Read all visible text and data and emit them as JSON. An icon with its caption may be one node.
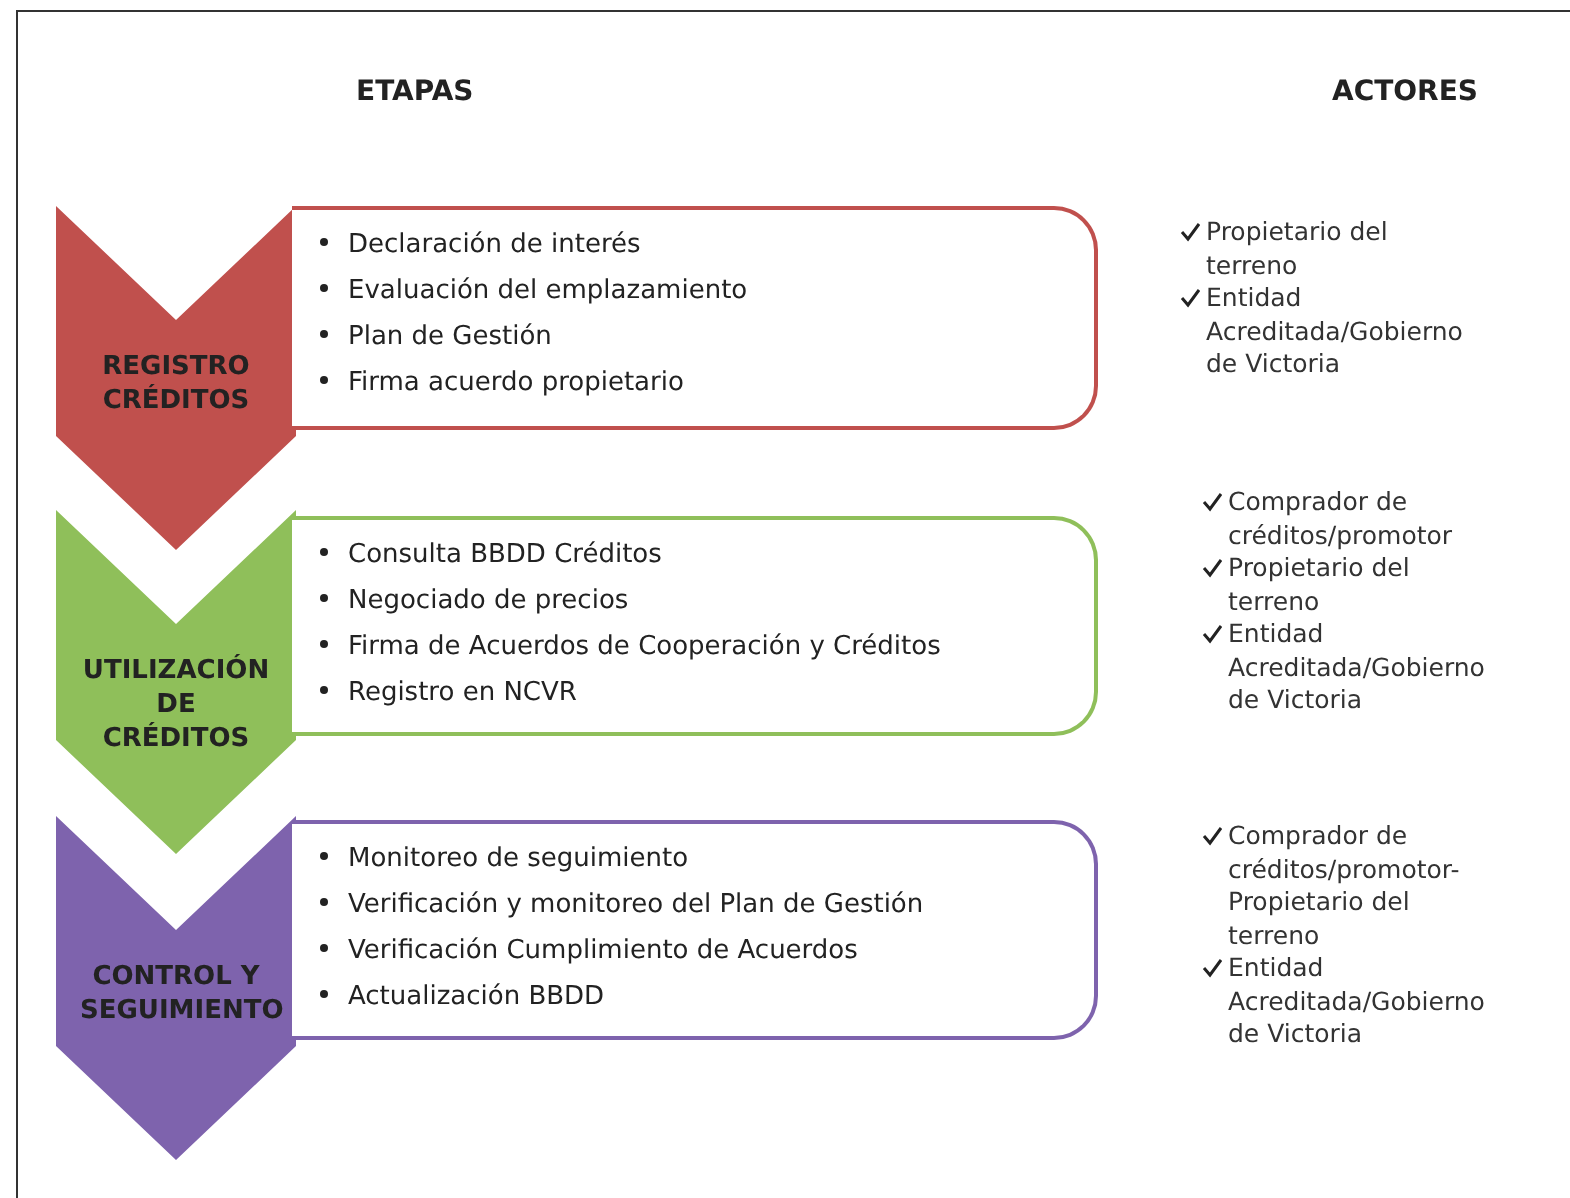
{
  "diagram": {
    "nodes": [
      {
        "text": [
          "REGISTRO CRÉDITOS"
        ]
      },
      {
        "text": [
          "Declaración de interés",
          "Evaluación del emplazamiento",
          "Plan de Gestión",
          "Firma acuerdo propietario"
        ]
      },
      {
        "text": [
          "UTILIZACIÓN DE CRÉDITOS"
        ]
      },
      {
        "text": [
          "Consulta BBDD Créditos",
          "Negociado de precios",
          "Firma de Acuerdos de Cooperación y Créditos",
          "Registro en NCVR"
        ]
      },
      {
        "text": [
          "CONTROL Y SEGUIMIENTO"
        ]
      },
      {
        "text": [
          "Monitoreo de seguimiento",
          "Verificación y monitoreo del Plan de Gestión",
          "Verificación Cumplimiento de Acuerdos",
          "Actualización BBDD"
        ]
      }
    ],
    "labels": [
      "ETAPAS",
      "ACTORES",
      "Propietario del terreno",
      "Entidad Acreditada/Gobierno de Victoria",
      "Comprador de créditos/promotor",
      "Propietario del terreno",
      "Entidad Acreditada/Gobierno de Victoria",
      "Comprador de créditos/promotor- Propietario del terreno",
      "Entidad Acreditada/Gobierno de Victoria"
    ]
  }
}
